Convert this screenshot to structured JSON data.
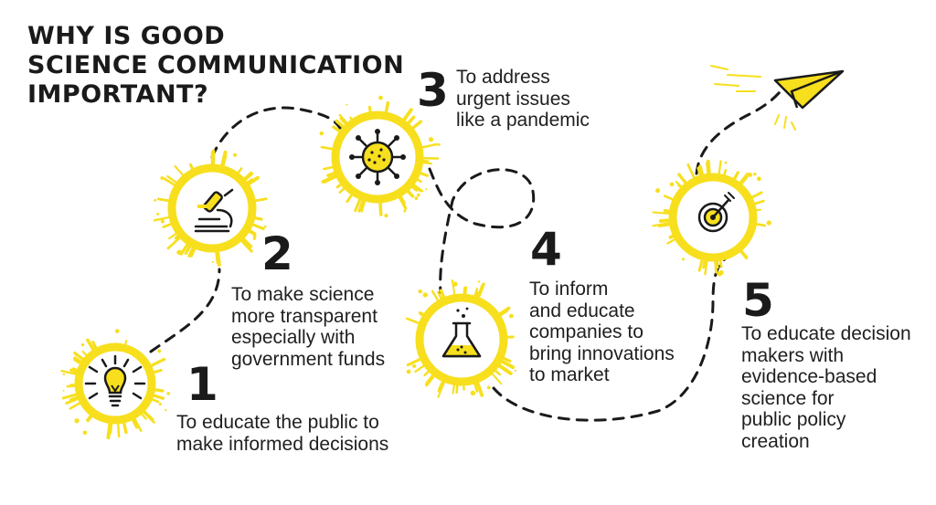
{
  "title": {
    "line1": "WHY IS GOOD",
    "line2": "SCIENCE COMMUNICATION",
    "line3": "IMPORTANT?"
  },
  "colors": {
    "accent": "#f7df1e",
    "ink": "#1a1a1a"
  },
  "steps": [
    {
      "number": "1",
      "icon": "lightbulb-icon",
      "lines": [
        "To educate the public to",
        "make informed decisions"
      ]
    },
    {
      "number": "2",
      "icon": "microscope-icon",
      "lines": [
        "To make science",
        "more transparent",
        "especially with",
        "government funds"
      ]
    },
    {
      "number": "3",
      "icon": "virus-icon",
      "lines": [
        "To address",
        "urgent issues",
        "like a pandemic"
      ]
    },
    {
      "number": "4",
      "icon": "flask-icon",
      "lines": [
        "To inform",
        "and educate",
        "companies to",
        "bring innovations",
        "to market"
      ]
    },
    {
      "number": "5",
      "icon": "target-icon",
      "lines": [
        "To educate decision",
        "makers with",
        "evidence-based",
        "science for",
        "public policy",
        "creation"
      ]
    }
  ],
  "end_icon": "paper-plane-icon"
}
